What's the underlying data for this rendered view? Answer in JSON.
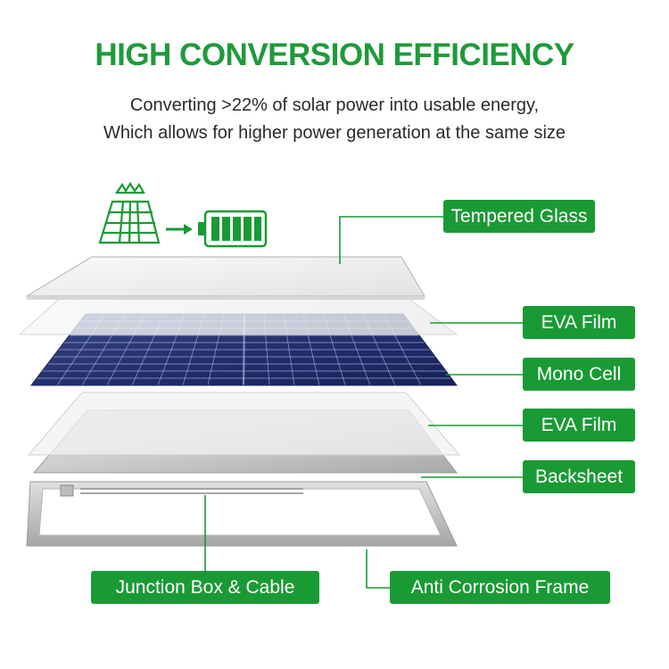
{
  "header": {
    "title": "HIGH CONVERSION EFFICIENCY",
    "subtitle_line1": "Converting >22% of solar power into usable energy,",
    "subtitle_line2": "Which allows for higher power generation at the same size"
  },
  "labels": {
    "tempered_glass": "Tempered Glass",
    "eva_film_top": "EVA Film",
    "mono_cell": "Mono Cell",
    "eva_film_bottom": "EVA Film",
    "backsheet": "Backsheet",
    "junction_box": "Junction Box & Cable",
    "frame": "Anti Corrosion Frame"
  },
  "icons": [
    "solar-panel-icon",
    "arrow-right-icon",
    "battery-icon"
  ],
  "colors": {
    "accent_green": "#1a9a35",
    "title_green": "#1f9a3a",
    "cell_blue": "#1f2c6a"
  }
}
